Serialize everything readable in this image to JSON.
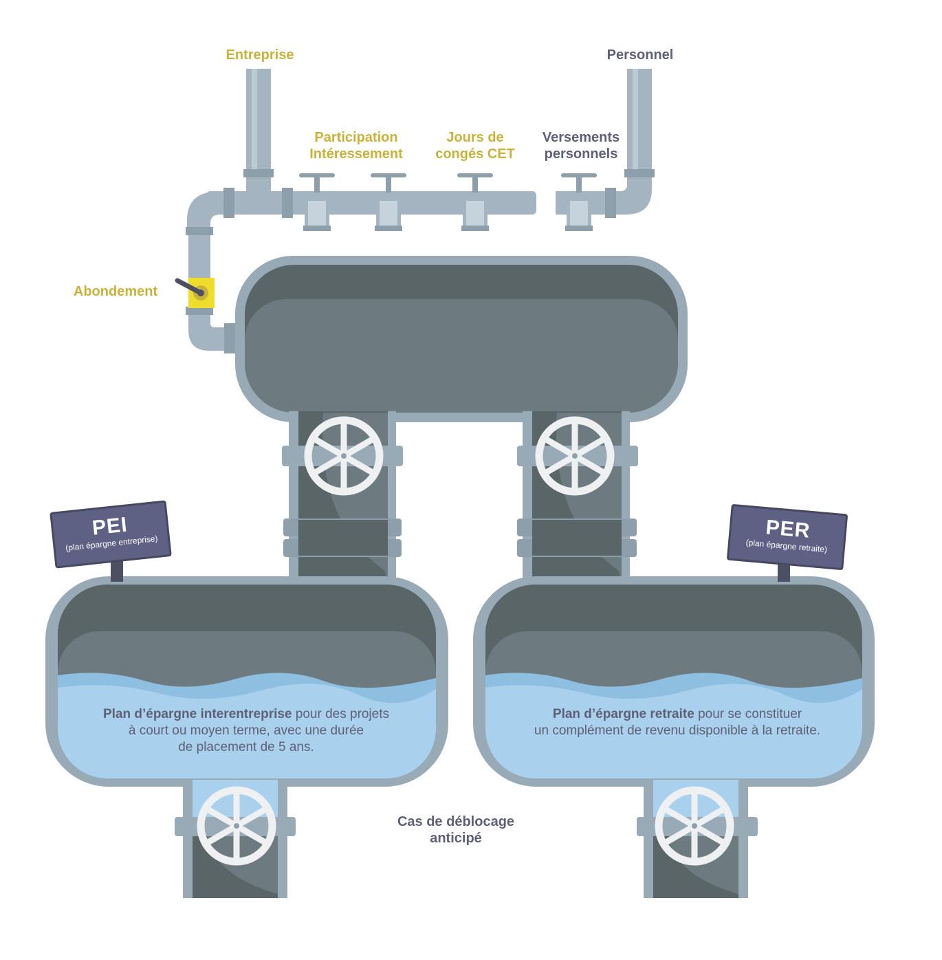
{
  "labels": {
    "entreprise": "Entreprise",
    "personnel": "Personnel",
    "participation_line1": "Participation",
    "participation_line2": "Intéressement",
    "conges_line1": "Jours de",
    "conges_line2": "congés CET",
    "versements_line1": "Versements",
    "versements_line2": "personnels",
    "abondement": "Abondement",
    "deblocage_line1": "Cas de déblocage",
    "deblocage_line2": "anticipé"
  },
  "pei": {
    "sign_title": "PEI",
    "sign_subtitle": "(plan épargne entreprise)",
    "desc_bold": "Plan d’épargne interentreprise",
    "desc_line1_rest": " pour des projets",
    "desc_line2": "à court ou moyen terme, avec une durée",
    "desc_line3": "de placement de 5 ans."
  },
  "per": {
    "sign_title": "PER",
    "sign_subtitle": "(plan épargne retraite)",
    "desc_bold": "Plan d’épargne retraite",
    "desc_line1_rest": " pour se constituer",
    "desc_line2": "un complément de revenu disponible à la retraite."
  },
  "colors": {
    "gold_label": "#c9b23c",
    "slate_label": "#5e6077",
    "pipe": "#a4b5c1",
    "tank_dark": "#5a6568",
    "tank_mid": "#6d7b80",
    "water": "#a9d0ec",
    "sign": "#5e6184",
    "valve_yellow": "#f0dc2a"
  },
  "icons": [
    "faucet-icon",
    "valve-wheel-icon",
    "gate-valve-icon"
  ]
}
